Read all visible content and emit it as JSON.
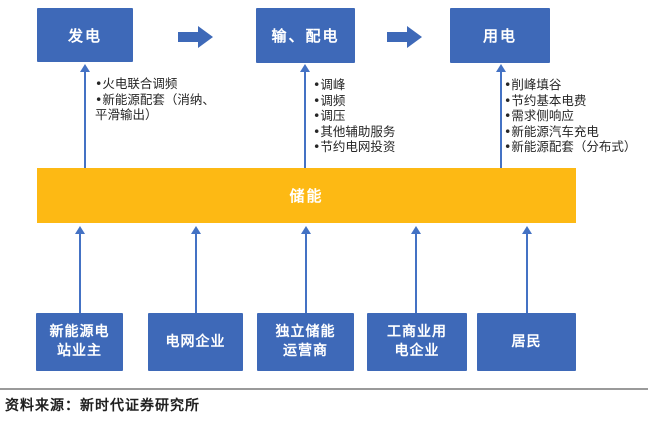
{
  "diagram": {
    "top_boxes": [
      {
        "label": "发电"
      },
      {
        "label": "输、配电"
      },
      {
        "label": "用电"
      }
    ],
    "bullet_lists": {
      "generation": {
        "lines": [
          "•火电联合调频",
          "•新能源配套（消纳、",
          "平滑输出）"
        ]
      },
      "transmission": {
        "lines": [
          "•调峰",
          "•调频",
          "•调压",
          "•其他辅助服务",
          "•节约电网投资"
        ]
      },
      "consumption": {
        "lines": [
          "•削峰填谷",
          "•节约基本电费",
          "•需求侧响应",
          "•新能源汽车充电",
          "•新能源配套（分布式）"
        ]
      }
    },
    "storage_bar": {
      "label": "储能"
    },
    "bottom_boxes": [
      {
        "lines": [
          "新能源电",
          "站业主"
        ]
      },
      {
        "lines": [
          "电网企业"
        ]
      },
      {
        "lines": [
          "独立储能",
          "运营商"
        ]
      },
      {
        "lines": [
          "工商业用",
          "电企业"
        ]
      },
      {
        "lines": [
          "居民"
        ]
      }
    ]
  },
  "footer": {
    "source": "资料来源：新时代证券研究所"
  },
  "colors": {
    "box_blue": "#3E69B8",
    "connector_blue": "#4472C4",
    "storage_orange": "#FDB914",
    "divider_gray": "#9a9a9a",
    "bullet_text": "#262626"
  }
}
